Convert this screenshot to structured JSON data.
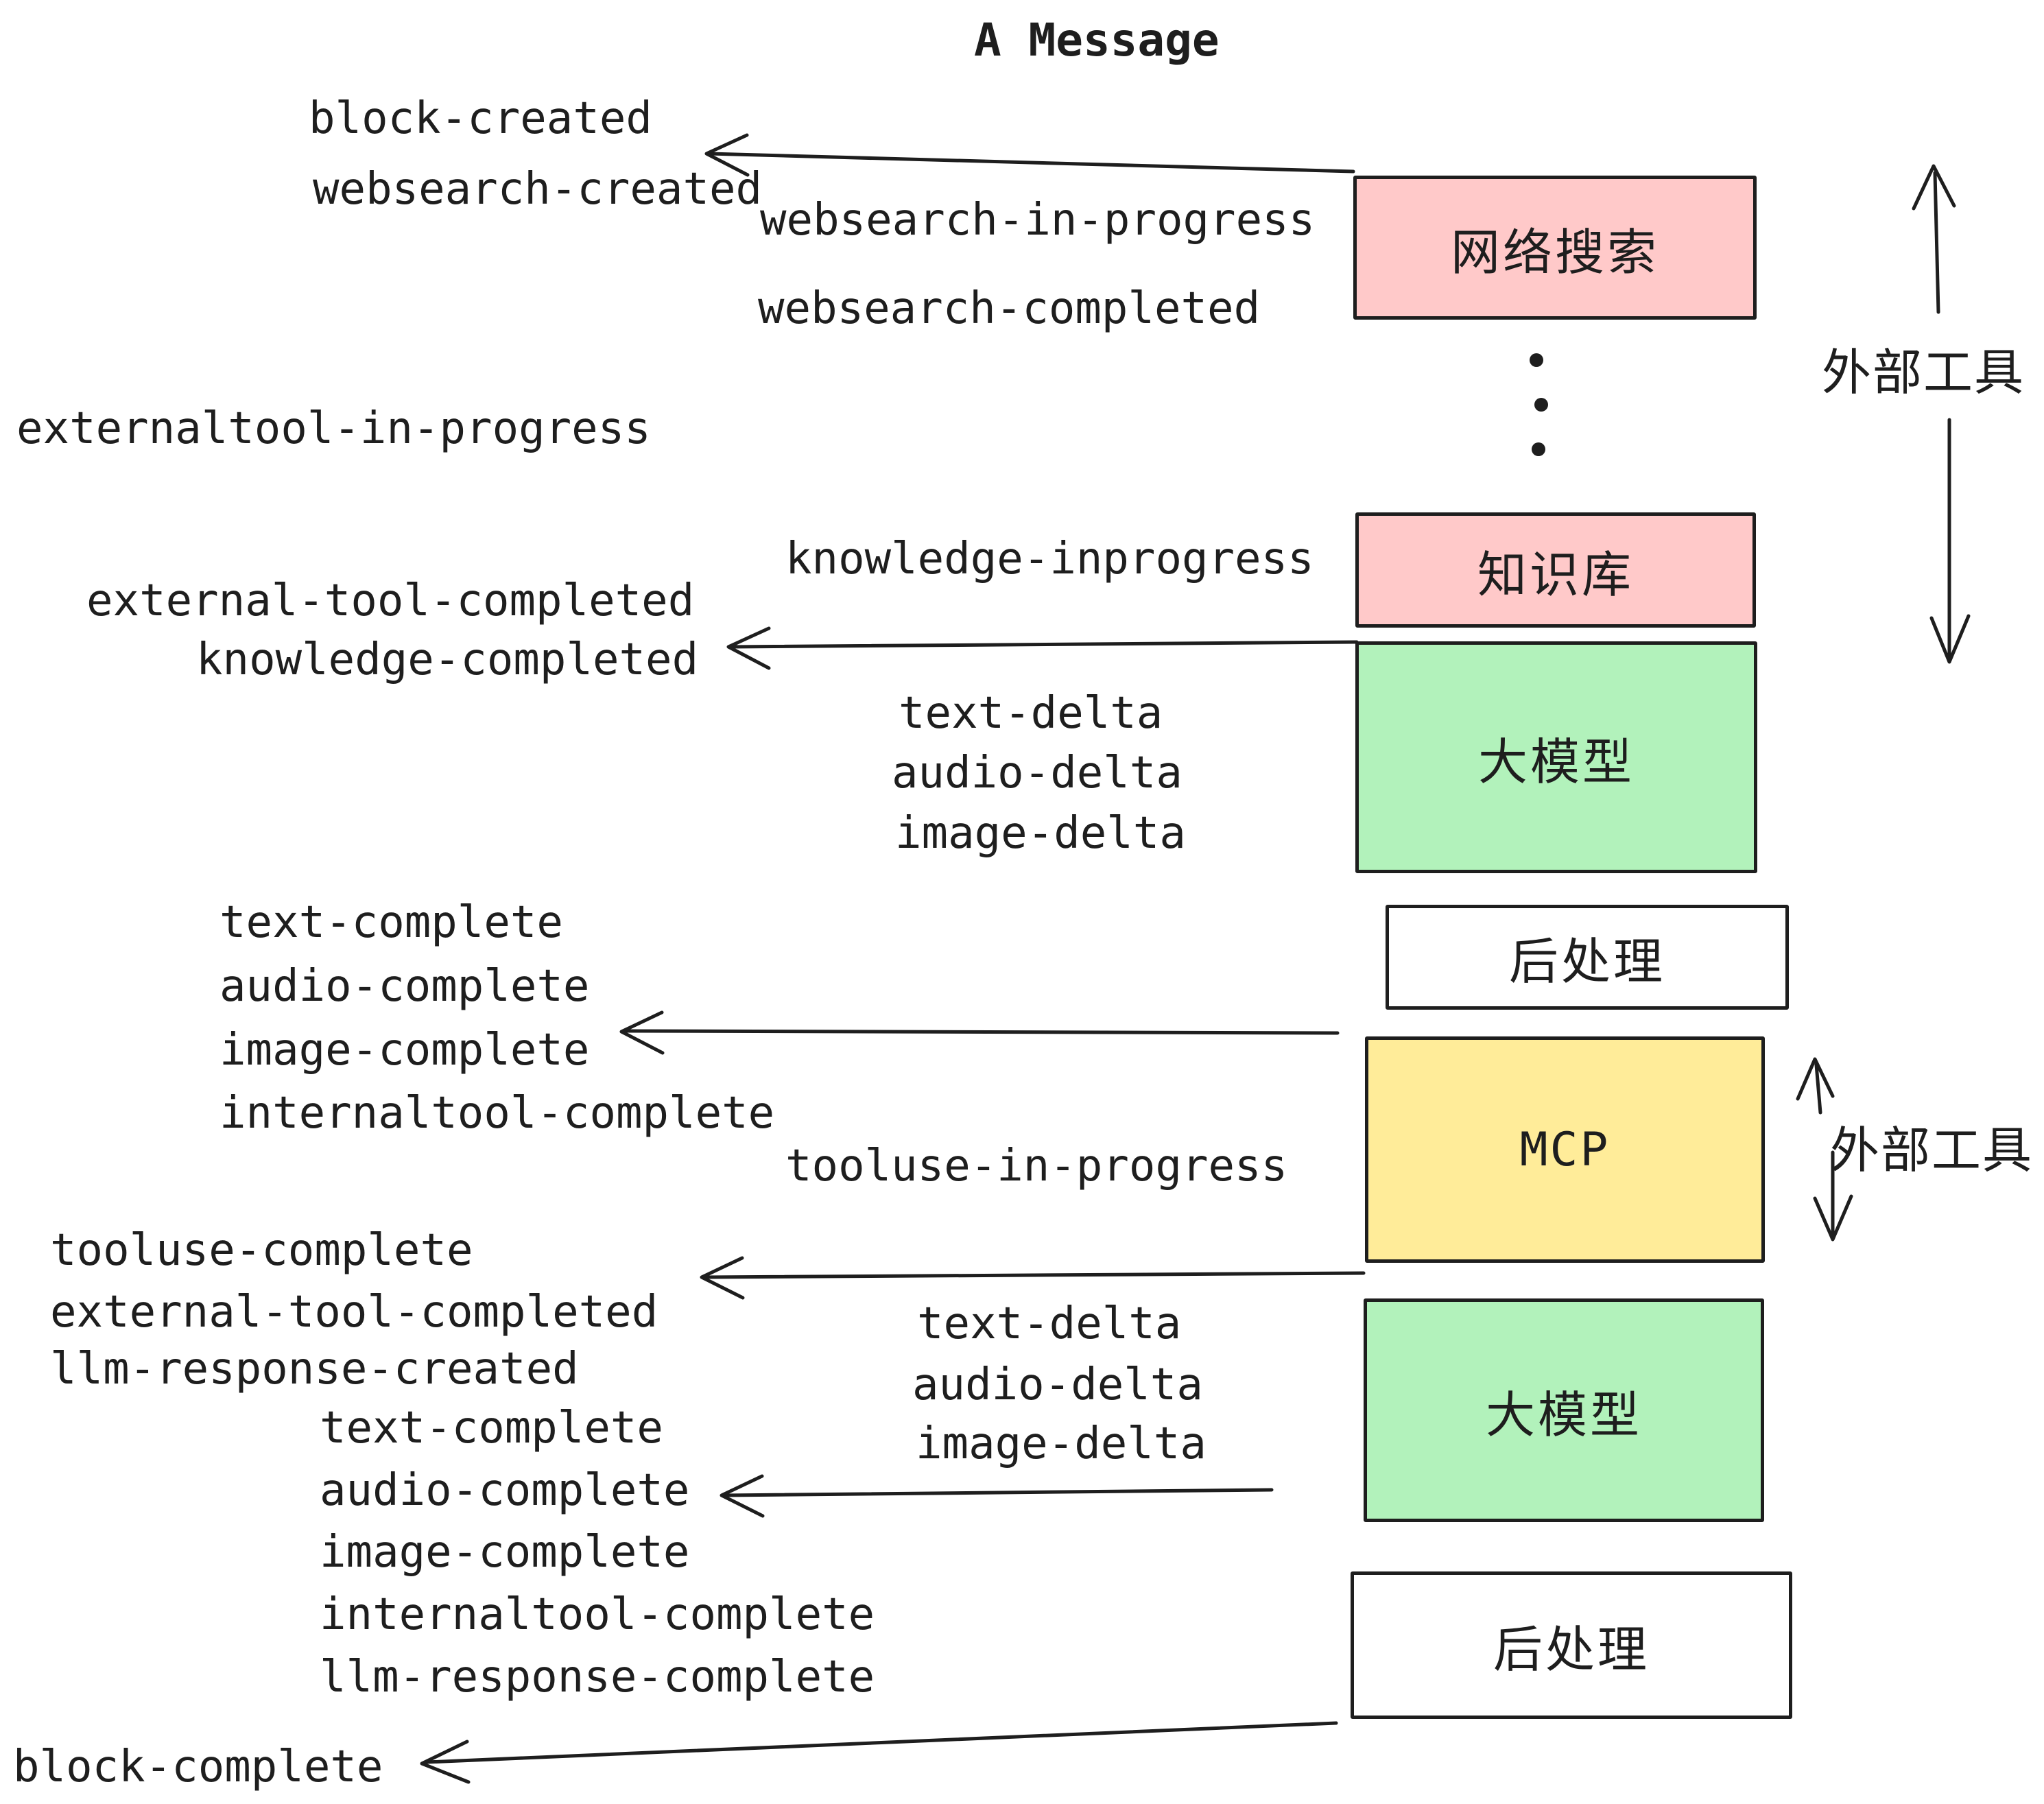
{
  "title": "A Message",
  "palette": {
    "pink": "#ffc9c9",
    "green": "#b2f2bb",
    "yellow": "#ffec99",
    "white": "#ffffff",
    "ink": "#1e1e1e",
    "bg": "#ffffff"
  },
  "boxes": [
    {
      "id": "websearch",
      "label": "网络搜索",
      "color": "pink"
    },
    {
      "id": "knowledge",
      "label": "知识库",
      "color": "pink"
    },
    {
      "id": "llm-1",
      "label": "大模型",
      "color": "green"
    },
    {
      "id": "postprocess-1",
      "label": "后处理",
      "color": "white"
    },
    {
      "id": "mcp",
      "label": "MCP",
      "color": "yellow"
    },
    {
      "id": "llm-2",
      "label": "大模型",
      "color": "green"
    },
    {
      "id": "postprocess-2",
      "label": "后处理",
      "color": "white"
    }
  ],
  "side_labels": [
    {
      "text": "外部工具"
    },
    {
      "text": "外部工具"
    }
  ],
  "events": [
    {
      "text": "block-created"
    },
    {
      "text": "websearch-created"
    },
    {
      "text": "websearch-in-progress"
    },
    {
      "text": "websearch-completed"
    },
    {
      "text": "externaltool-in-progress"
    },
    {
      "text": "knowledge-inprogress"
    },
    {
      "text": "external-tool-completed"
    },
    {
      "text": "knowledge-completed"
    },
    {
      "text": "text-delta"
    },
    {
      "text": "audio-delta"
    },
    {
      "text": "image-delta"
    },
    {
      "text": "text-complete"
    },
    {
      "text": "audio-complete"
    },
    {
      "text": "image-complete"
    },
    {
      "text": "internaltool-complete"
    },
    {
      "text": "tooluse-in-progress"
    },
    {
      "text": "tooluse-complete"
    },
    {
      "text": "external-tool-completed"
    },
    {
      "text": "llm-response-created"
    },
    {
      "text": "text-complete"
    },
    {
      "text": "audio-complete"
    },
    {
      "text": "image-complete"
    },
    {
      "text": "internaltool-complete"
    },
    {
      "text": "llm-response-complete"
    },
    {
      "text": "text-delta"
    },
    {
      "text": "audio-delta"
    },
    {
      "text": "image-delta"
    },
    {
      "text": "block-complete"
    }
  ]
}
